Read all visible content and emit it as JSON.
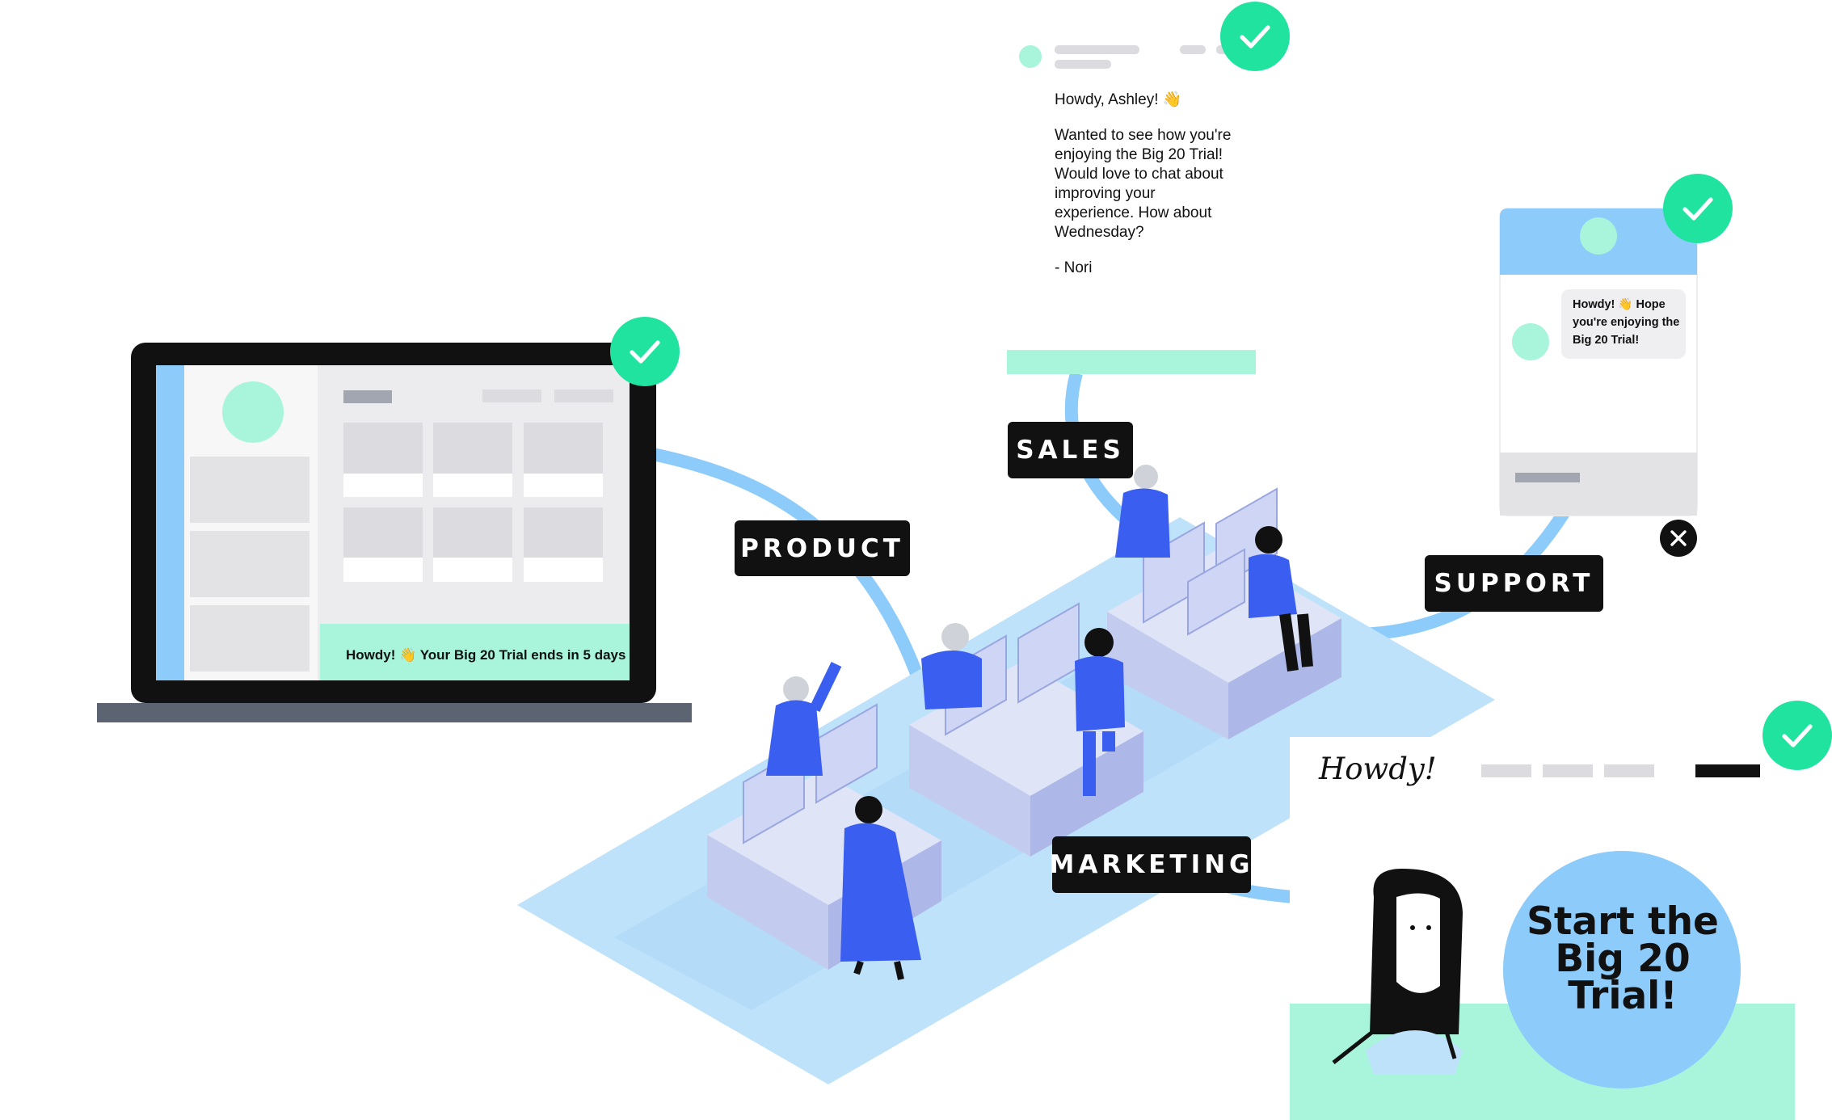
{
  "departments": {
    "sales": "SALES",
    "product": "PRODUCT",
    "support": "SUPPORT",
    "marketing": "MARKETING"
  },
  "email": {
    "greeting": "Howdy, Ashley! 👋",
    "body": "Wanted to see how you're enjoying the Big 20 Trial! Would love to chat about improving your experience. How about Wednesday?",
    "signature": "- Nori"
  },
  "chat": {
    "message": "Howdy! 👋 Hope you're enjoying the Big 20 Trial!"
  },
  "laptop": {
    "banner": "Howdy! 👋 Your Big 20 Trial ends in 5 days"
  },
  "landing": {
    "logo": "Howdy!",
    "cta": "Start the Big 20 Trial!"
  },
  "colors": {
    "mint": "#a8f5dc",
    "check_green": "#20e3a0",
    "sky_blue": "#8ccbfa",
    "floor_blue": "#bfe2fb",
    "worker_blue": "#3a5ef0",
    "dark": "#111111"
  },
  "icons": {
    "check": "check-icon",
    "close": "close-icon"
  }
}
